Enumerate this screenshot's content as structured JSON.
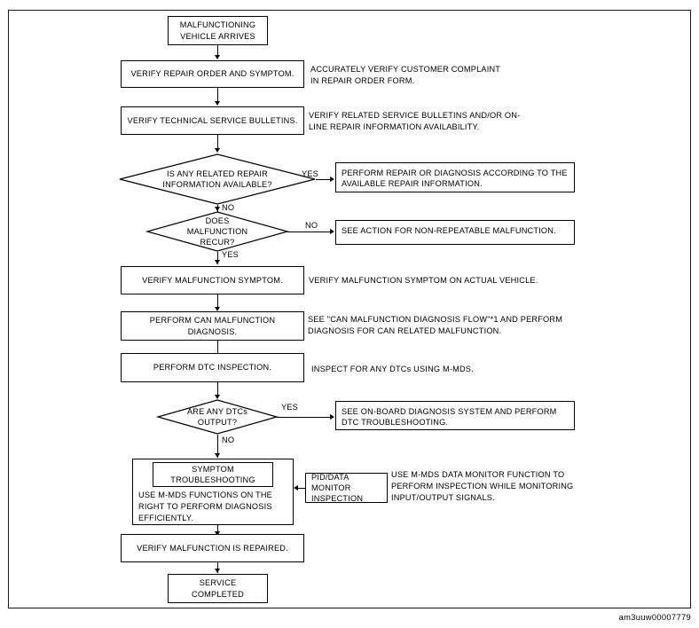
{
  "document": {
    "reference_code": "am3uuw00007779",
    "frame_color": "#1a1a1a"
  },
  "flow": {
    "nodes": [
      {
        "id": "start",
        "shape": "box",
        "text": "MALFUNCTIONING\nVEHICLE ARRIVES"
      },
      {
        "id": "verify-order",
        "shape": "box",
        "text": "VERIFY REPAIR ORDER AND SYMPTOM."
      },
      {
        "id": "verify-tsb",
        "shape": "box",
        "text": "VERIFY TECHNICAL SERVICE BULLETINS."
      },
      {
        "id": "decision-info",
        "shape": "diamond",
        "text": "IS ANY RELATED REPAIR\nINFORMATION AVAILABLE?"
      },
      {
        "id": "decision-recur",
        "shape": "diamond",
        "text": "DOES\nMALFUNCTION\nRECUR?"
      },
      {
        "id": "verify-symptom",
        "shape": "box",
        "text": "VERIFY MALFUNCTION SYMPTOM."
      },
      {
        "id": "can-diagnosis",
        "shape": "box",
        "text": "PERFORM CAN MALFUNCTION DIAGNOSIS."
      },
      {
        "id": "dtc-inspection",
        "shape": "box",
        "text": "PERFORM DTC INSPECTION."
      },
      {
        "id": "decision-dtc",
        "shape": "diamond",
        "text": "ARE ANY DTCs\nOUTPUT?"
      },
      {
        "id": "symptom-troubleshooting",
        "shape": "box",
        "text": "SYMPTOM\nTROUBLESHOOTING"
      },
      {
        "id": "symptom-body",
        "shape": "text",
        "text": "USE M-MDS FUNCTIONS ON THE\nRIGHT TO PERFORM DIAGNOSIS\nEFFICIENTLY."
      },
      {
        "id": "pid-monitor",
        "shape": "box",
        "text": "PID/DATA MONITOR\nINSPECTION"
      },
      {
        "id": "verify-repaired",
        "shape": "box",
        "text": "VERIFY MALFUNCTION IS REPAIRED."
      },
      {
        "id": "service-completed",
        "shape": "box",
        "text": "SERVICE\nCOMPLETED"
      }
    ],
    "outcome_boxes": [
      {
        "id": "repair-info-action",
        "text": "PERFORM REPAIR OR DIAGNOSIS ACCORDING TO THE\nAVAILABLE REPAIR INFORMATION."
      },
      {
        "id": "non-repeatable-action",
        "text": "SEE ACTION FOR NON-REPEATABLE MALFUNCTION."
      },
      {
        "id": "dtc-troubleshooting-action",
        "text": "SEE ON-BOARD DIAGNOSIS SYSTEM AND PERFORM\nDTC TROUBLESHOOTING."
      }
    ],
    "notes": [
      {
        "id": "note-verify-order",
        "text": "ACCURATELY VERIFY CUSTOMER COMPLAINT\nIN REPAIR ORDER FORM."
      },
      {
        "id": "note-verify-tsb",
        "text": "VERIFY RELATED SERVICE BULLETINS AND/OR ON-\nLINE REPAIR INFORMATION AVAILABILITY."
      },
      {
        "id": "note-verify-symptom",
        "text": "VERIFY MALFUNCTION SYMPTOM ON ACTUAL VEHICLE."
      },
      {
        "id": "note-can-diagnosis",
        "text": "SEE \"CAN MALFUNCTION DIAGNOSIS FLOW\"*1 AND PERFORM\nDIAGNOSIS FOR CAN RELATED MALFUNCTION."
      },
      {
        "id": "note-dtc-inspection",
        "text": "INSPECT FOR ANY DTCs USING M-MDS."
      },
      {
        "id": "note-pid-monitor",
        "text": "USE M-MDS DATA MONITOR FUNCTION TO\nPERFORM INSPECTION WHILE MONITORING\nINPUT/OUTPUT SIGNALS."
      }
    ],
    "branch_labels": {
      "info_yes": "YES",
      "info_no": "NO",
      "recur_no": "NO",
      "recur_yes": "YES",
      "dtc_yes": "YES",
      "dtc_no": "NO"
    }
  }
}
